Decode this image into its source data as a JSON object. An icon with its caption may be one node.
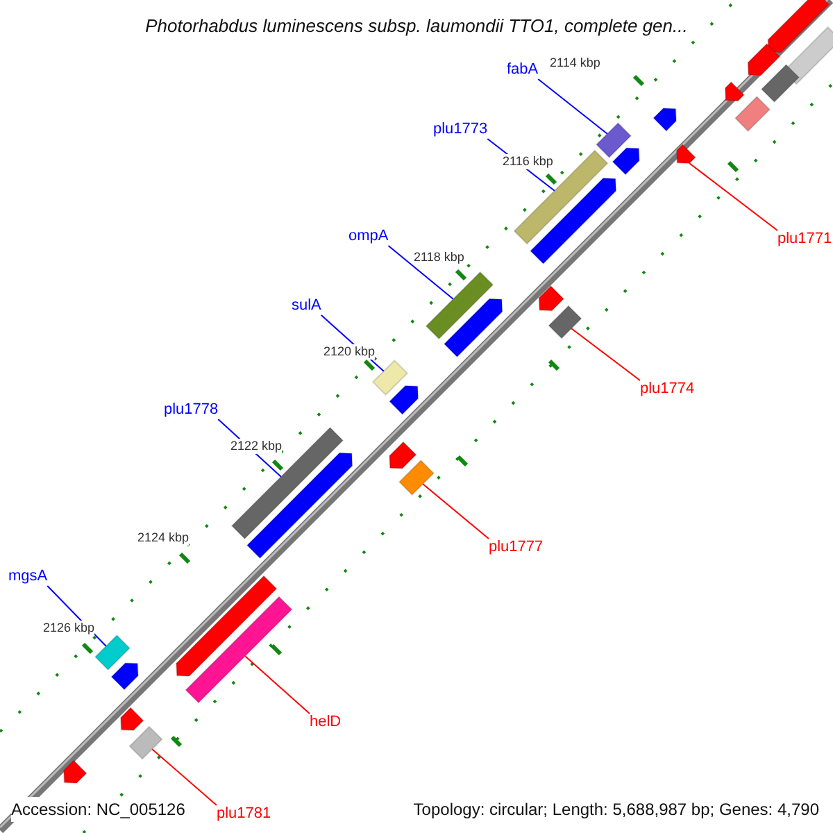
{
  "diagram": {
    "title": "Photorhabdus luminescens subsp. laumondii TTO1, complete gen...",
    "nodes": [
      {
        "text": [
          "fabA"
        ]
      },
      {
        "text": [
          "plu1773"
        ]
      },
      {
        "text": [
          "ompA"
        ]
      },
      {
        "text": [
          "sulA"
        ]
      },
      {
        "text": [
          "plu1778"
        ]
      },
      {
        "text": [
          "mgsA"
        ]
      },
      {
        "text": [
          "plu1771"
        ]
      },
      {
        "text": [
          "plu1774"
        ]
      },
      {
        "text": [
          "plu1777"
        ]
      },
      {
        "text": [
          "helD"
        ]
      },
      {
        "text": [
          "plu1781"
        ]
      },
      {
        "text": [],
        "shape": "bar"
      },
      {
        "text": [],
        "shape": "bar"
      },
      {
        "text": [],
        "shape": "bar"
      },
      {
        "text": [],
        "shape": "bar"
      },
      {
        "text": [],
        "shape": "bar"
      },
      {
        "text": [],
        "shape": "bar"
      },
      {
        "text": [],
        "shape": "arrow"
      },
      {
        "text": [],
        "shape": "bar"
      },
      {
        "text": [],
        "shape": "bar"
      },
      {
        "text": [],
        "shape": "bar"
      },
      {
        "text": [],
        "shape": "bar"
      },
      {
        "text": [],
        "shape": "arrow"
      },
      {
        "text": [],
        "shape": "arrow"
      },
      {
        "text": [],
        "shape": "arrow"
      },
      {
        "text": [],
        "shape": "arrow"
      },
      {
        "text": [],
        "shape": "arrow"
      },
      {
        "text": [],
        "shape": "arrow"
      },
      {
        "text": [],
        "shape": "arrow"
      },
      {
        "text": [],
        "shape": "arrow"
      },
      {
        "text": [],
        "shape": "bar"
      },
      {
        "text": [],
        "shape": "arrow"
      },
      {
        "text": [],
        "shape": "bar"
      },
      {
        "text": [],
        "shape": "arrow"
      },
      {
        "text": [],
        "shape": "bar"
      },
      {
        "text": [],
        "shape": "arrow"
      },
      {
        "text": [],
        "shape": "arrow"
      },
      {
        "text": [],
        "shape": "arrow"
      },
      {
        "text": [],
        "shape": "arrow"
      },
      {
        "text": [],
        "shape": "arrow"
      }
    ],
    "edges": [
      {
        "from": 0,
        "to": 11,
        "arrow": "none"
      },
      {
        "from": 1,
        "to": 12,
        "arrow": "none"
      },
      {
        "from": 2,
        "to": 13,
        "arrow": "none"
      },
      {
        "from": 3,
        "to": 14,
        "arrow": "none"
      },
      {
        "from": 4,
        "to": 15,
        "arrow": "none"
      },
      {
        "from": 5,
        "to": 16,
        "arrow": "none"
      },
      {
        "from": 6,
        "to": 17,
        "arrow": "none",
        "color": "#ff0000"
      },
      {
        "from": 7,
        "to": 18,
        "arrow": "none",
        "color": "#ff0000"
      },
      {
        "from": 8,
        "to": 19,
        "arrow": "none",
        "color": "#ff0000"
      },
      {
        "from": 9,
        "to": 20,
        "arrow": "none",
        "color": "#ff0000"
      },
      {
        "from": 10,
        "to": 21,
        "arrow": "none",
        "color": "#ff0000"
      }
    ],
    "labels": [
      "2114 kbp",
      "2116 kbp",
      "2118 kbp",
      "2120 kbp",
      "2122 kbp",
      "2124 kbp",
      "2126 kbp",
      "Accession: NC_005126",
      "Topology: circular; Length: 5,688,987 bp; Genes: 4,790"
    ]
  }
}
